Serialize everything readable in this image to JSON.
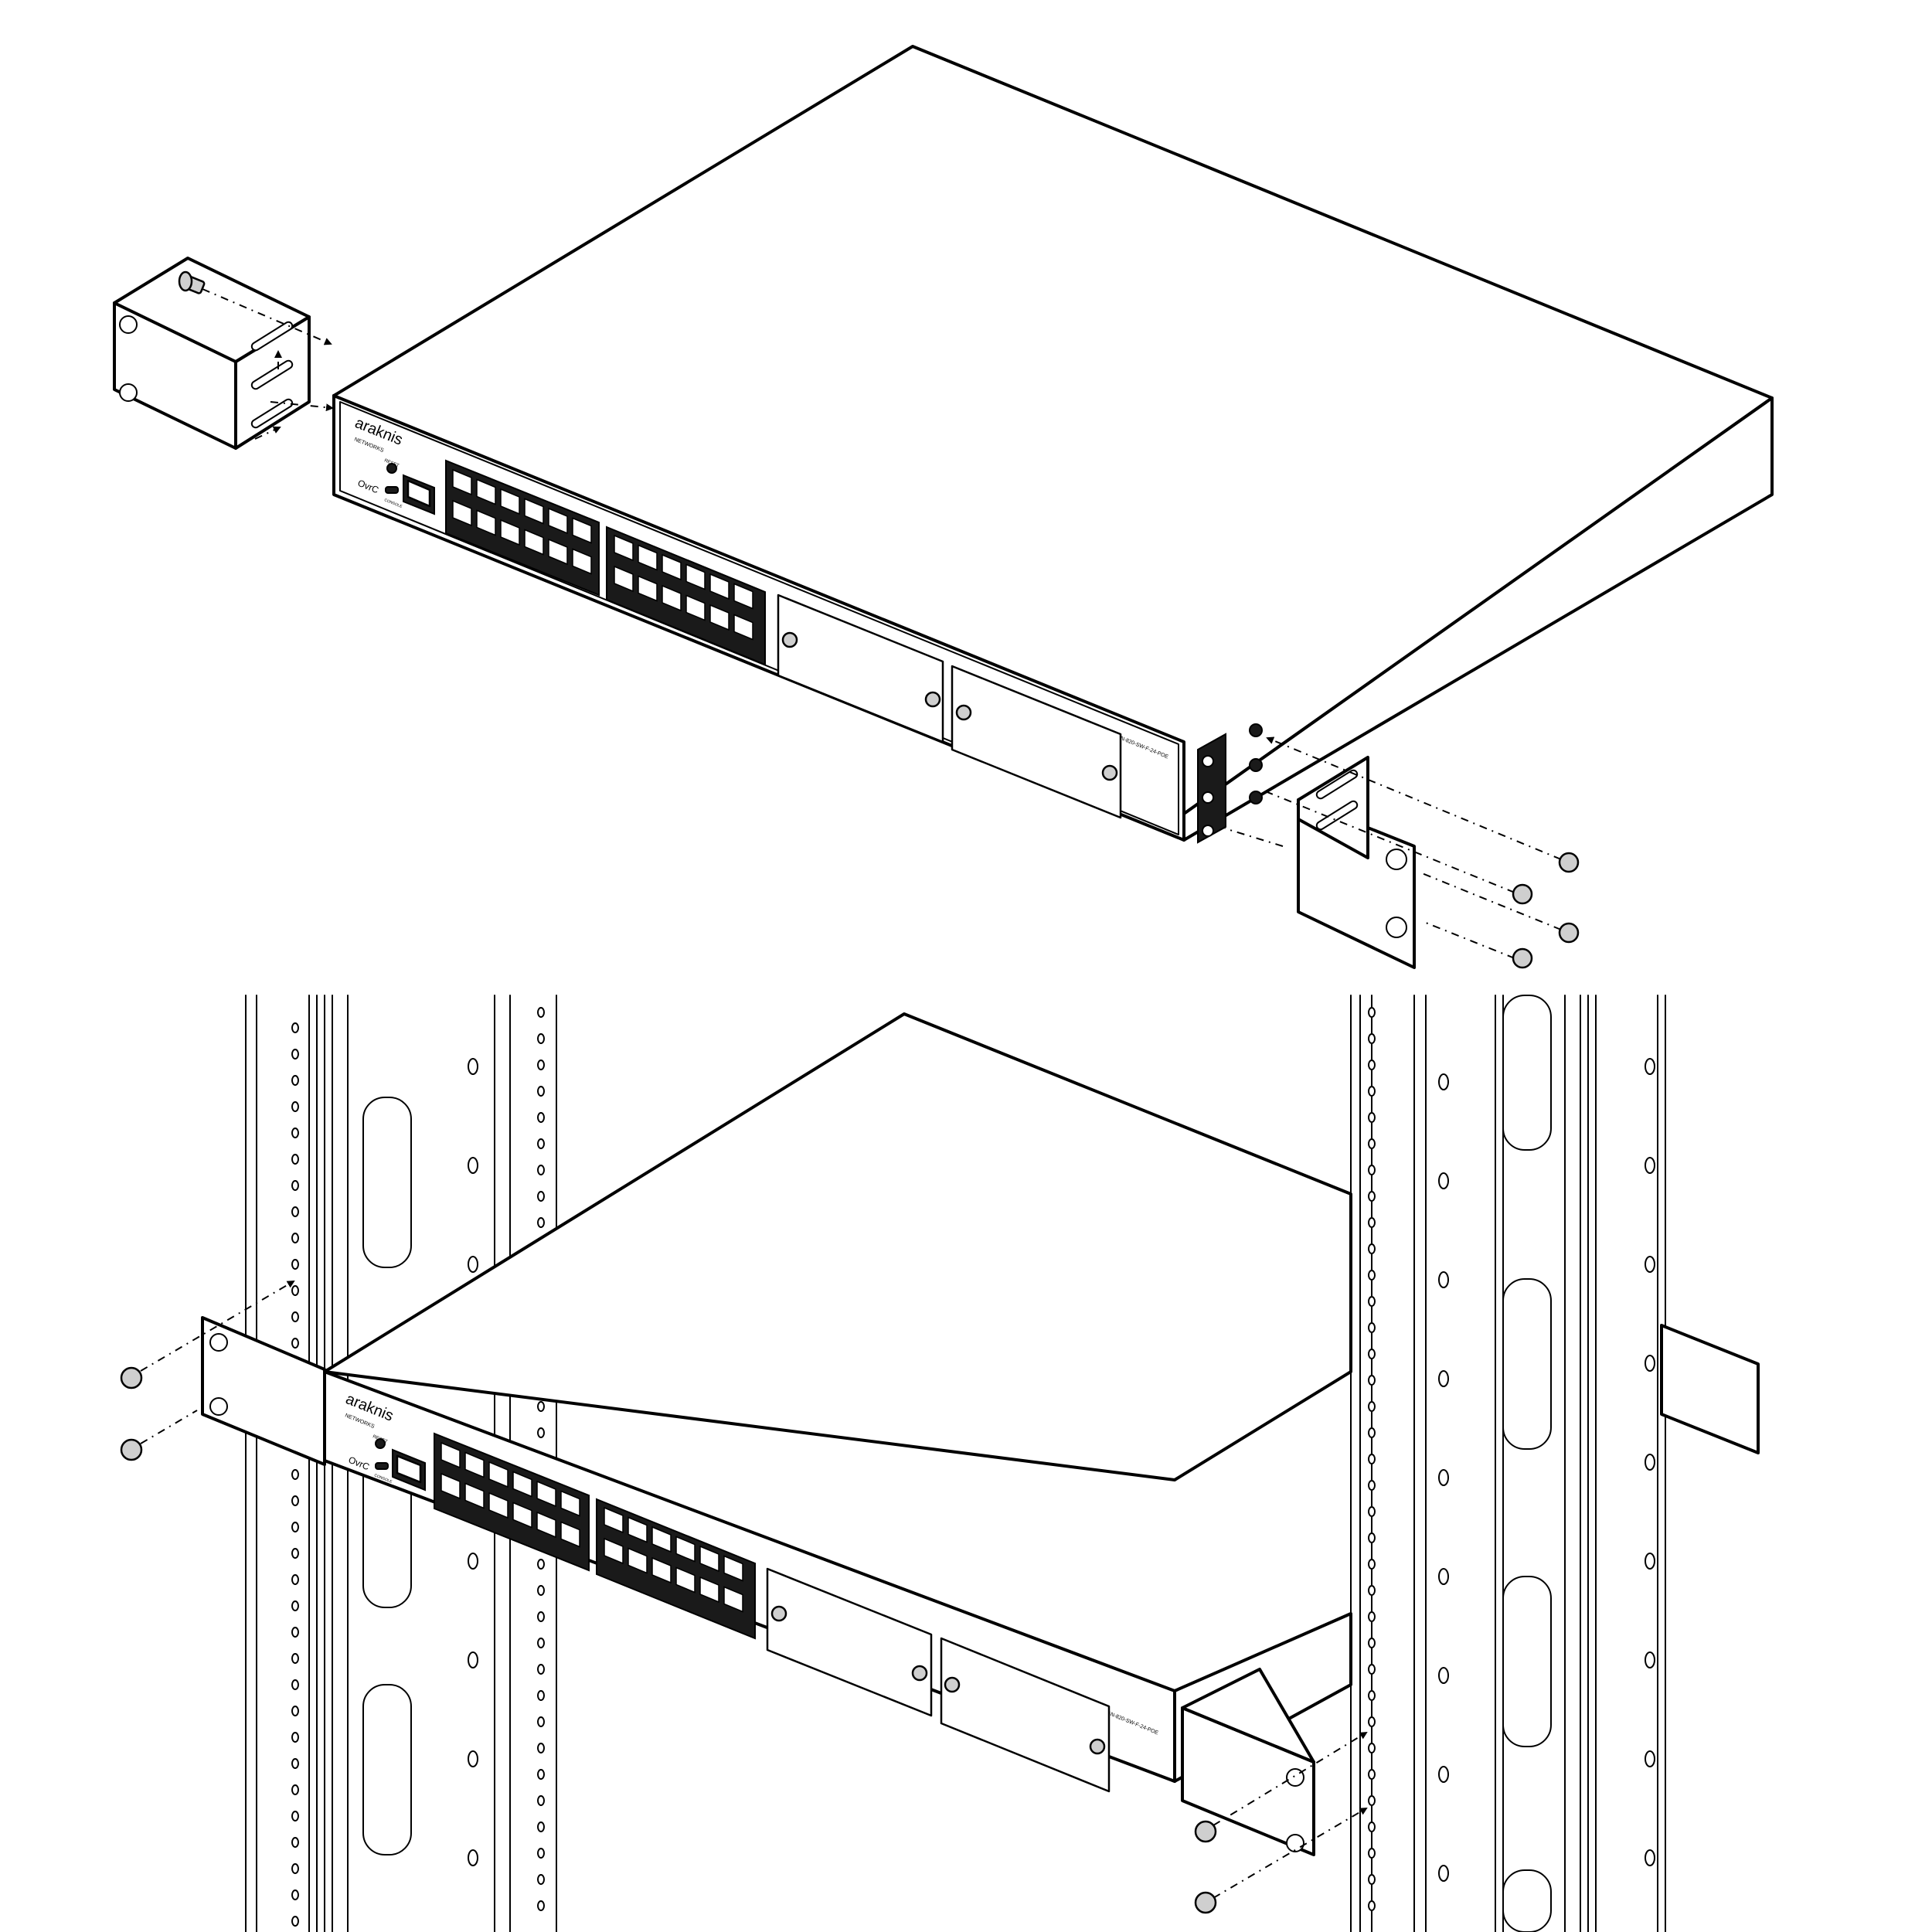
{
  "device": {
    "brand_logo_text": "araknis",
    "brand_subtext": "NETWORKS",
    "reset_label": "RESET",
    "console_label": "CONSOLE",
    "model_label": "AN-820-SW-F-24-POE"
  }
}
